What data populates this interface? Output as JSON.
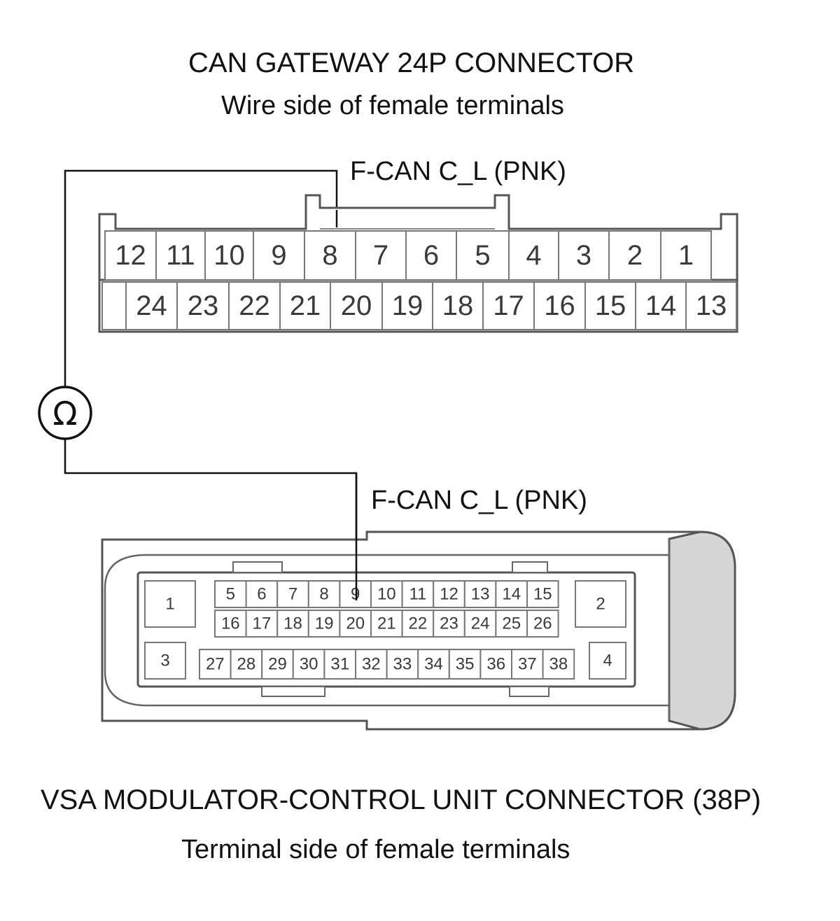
{
  "gateway": {
    "title": "CAN GATEWAY 24P CONNECTOR",
    "subtitle": "Wire side of female terminals",
    "wire_label": "F-CAN C_L (PNK)",
    "row_top": [
      "12",
      "11",
      "10",
      "9",
      "8",
      "7",
      "6",
      "5",
      "4",
      "3",
      "2",
      "1"
    ],
    "row_bottom": [
      "24",
      "23",
      "22",
      "21",
      "20",
      "19",
      "18",
      "17",
      "16",
      "15",
      "14",
      "13"
    ],
    "probe_terminal": "8"
  },
  "meter": {
    "symbol": "Ω",
    "icon": "ohmmeter-icon"
  },
  "vsa": {
    "wire_label": "F-CAN C_L (PNK)",
    "title": "VSA MODULATOR-CONTROL UNIT CONNECTOR (38P)",
    "subtitle": "Terminal side of female terminals",
    "corner_pins": [
      "1",
      "2",
      "3",
      "4"
    ],
    "row_top": [
      "5",
      "6",
      "7",
      "8",
      "9",
      "10",
      "11",
      "12",
      "13",
      "14",
      "15"
    ],
    "row_middle": [
      "16",
      "17",
      "18",
      "19",
      "20",
      "21",
      "22",
      "23",
      "24",
      "25",
      "26"
    ],
    "row_bottom": [
      "27",
      "28",
      "29",
      "30",
      "31",
      "32",
      "33",
      "34",
      "35",
      "36",
      "37",
      "38"
    ],
    "probe_terminal": "9"
  }
}
